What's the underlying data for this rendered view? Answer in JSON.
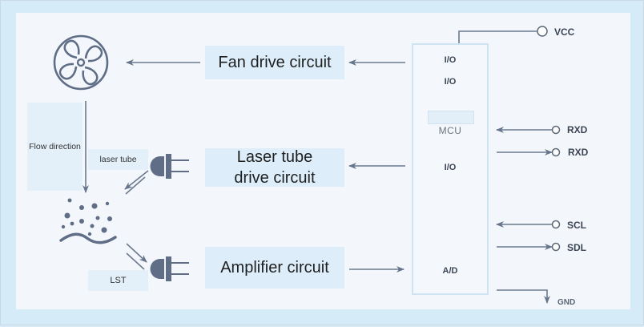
{
  "blocks": {
    "fan_drive": "Fan drive circuit",
    "laser_drive": "Laser tube drive circuit",
    "amplifier": "Amplifier circuit"
  },
  "labels": {
    "flow_direction": "Flow direction",
    "laser_tube": "laser tube",
    "lst": "LST"
  },
  "mcu": {
    "name": "MCU",
    "pins": [
      "I/O",
      "I/O",
      "I/O",
      "A/D"
    ]
  },
  "signals": {
    "vcc": "VCC",
    "rxd_in": "RXD",
    "rxd_out": "RXD",
    "scl": "SCL",
    "sdl": "SDL",
    "gnd": "GND"
  },
  "icons": {
    "fan": "fan-icon",
    "particles": "particles-icon",
    "emitter": "laser-emitter-icon",
    "receiver": "photo-receiver-icon"
  },
  "colors": {
    "line": "#6b7a8f",
    "box": "#ddeefa",
    "icon": "#5f6e86"
  }
}
